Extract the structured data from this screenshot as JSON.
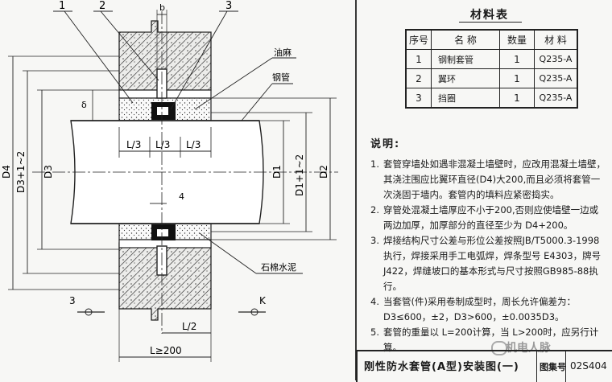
{
  "drawing": {
    "labels": {
      "part1": "1",
      "part2": "2",
      "part3": "3",
      "b": "b",
      "delta": "δ",
      "oil_hemp": "油麻",
      "steel_pipe": "钢管",
      "asbestos_cement": "石棉水泥",
      "l3_left": "L/3",
      "l3_mid": "L/3",
      "l3_right": "L/3",
      "four": "4",
      "l2": "L/2",
      "l_ge_200": "L≥200",
      "d4": "D4",
      "d3_range": "D3+1~2",
      "d3": "D3",
      "d1": "D1",
      "d1_range": "D1+1~2",
      "d2": "D2",
      "section_left": "3",
      "section_right": "K"
    }
  },
  "materials": {
    "title": "材料表",
    "headers": [
      "序号",
      "名  称",
      "数量",
      "材  料"
    ],
    "rows": [
      {
        "no": "1",
        "name": "钢制套管",
        "qty": "1",
        "material": "Q235-A"
      },
      {
        "no": "2",
        "name": "翼环",
        "qty": "1",
        "material": "Q235-A"
      },
      {
        "no": "3",
        "name": "挡圈",
        "qty": "1",
        "material": "Q235-A"
      }
    ]
  },
  "notes": {
    "heading": "说明:",
    "items": [
      {
        "num": "1.",
        "text": "套管穿墙处如遇非混凝土墙壁时，应改用混凝土墙壁，其浇注围应比翼环直径(D4)大200,而且必须将套管一次浇固于墙内。套管内的填料应紧密捣实。"
      },
      {
        "num": "2.",
        "text": "穿管处混凝土墙厚应不小于200,否则应使墙壁一边或两边加厚，加厚部分的直径至少为 D4+200。"
      },
      {
        "num": "3.",
        "text": "焊接结构尺寸公差与形位公差按照JB/T5000.3-1998执行，焊接采用手工电弧焊，焊条型号 E4303，牌号J422，焊缝坡口的基本形式与尺寸按照GB985-88执行。"
      },
      {
        "num": "4.",
        "text": "当套管(件)采用卷制成型时，周长允许偏差为：D3≤600，±2，D3>600，±0.0035D3。"
      },
      {
        "num": "5.",
        "text": "套管的重量以 L=200计算，当 L>200时，应另行计算。"
      }
    ]
  },
  "title_block": {
    "title": "刚性防水套管(A型)安装图(一)",
    "drawing_no_label": "图集号",
    "drawing_no": "02S404"
  },
  "watermark": "机电人脉"
}
